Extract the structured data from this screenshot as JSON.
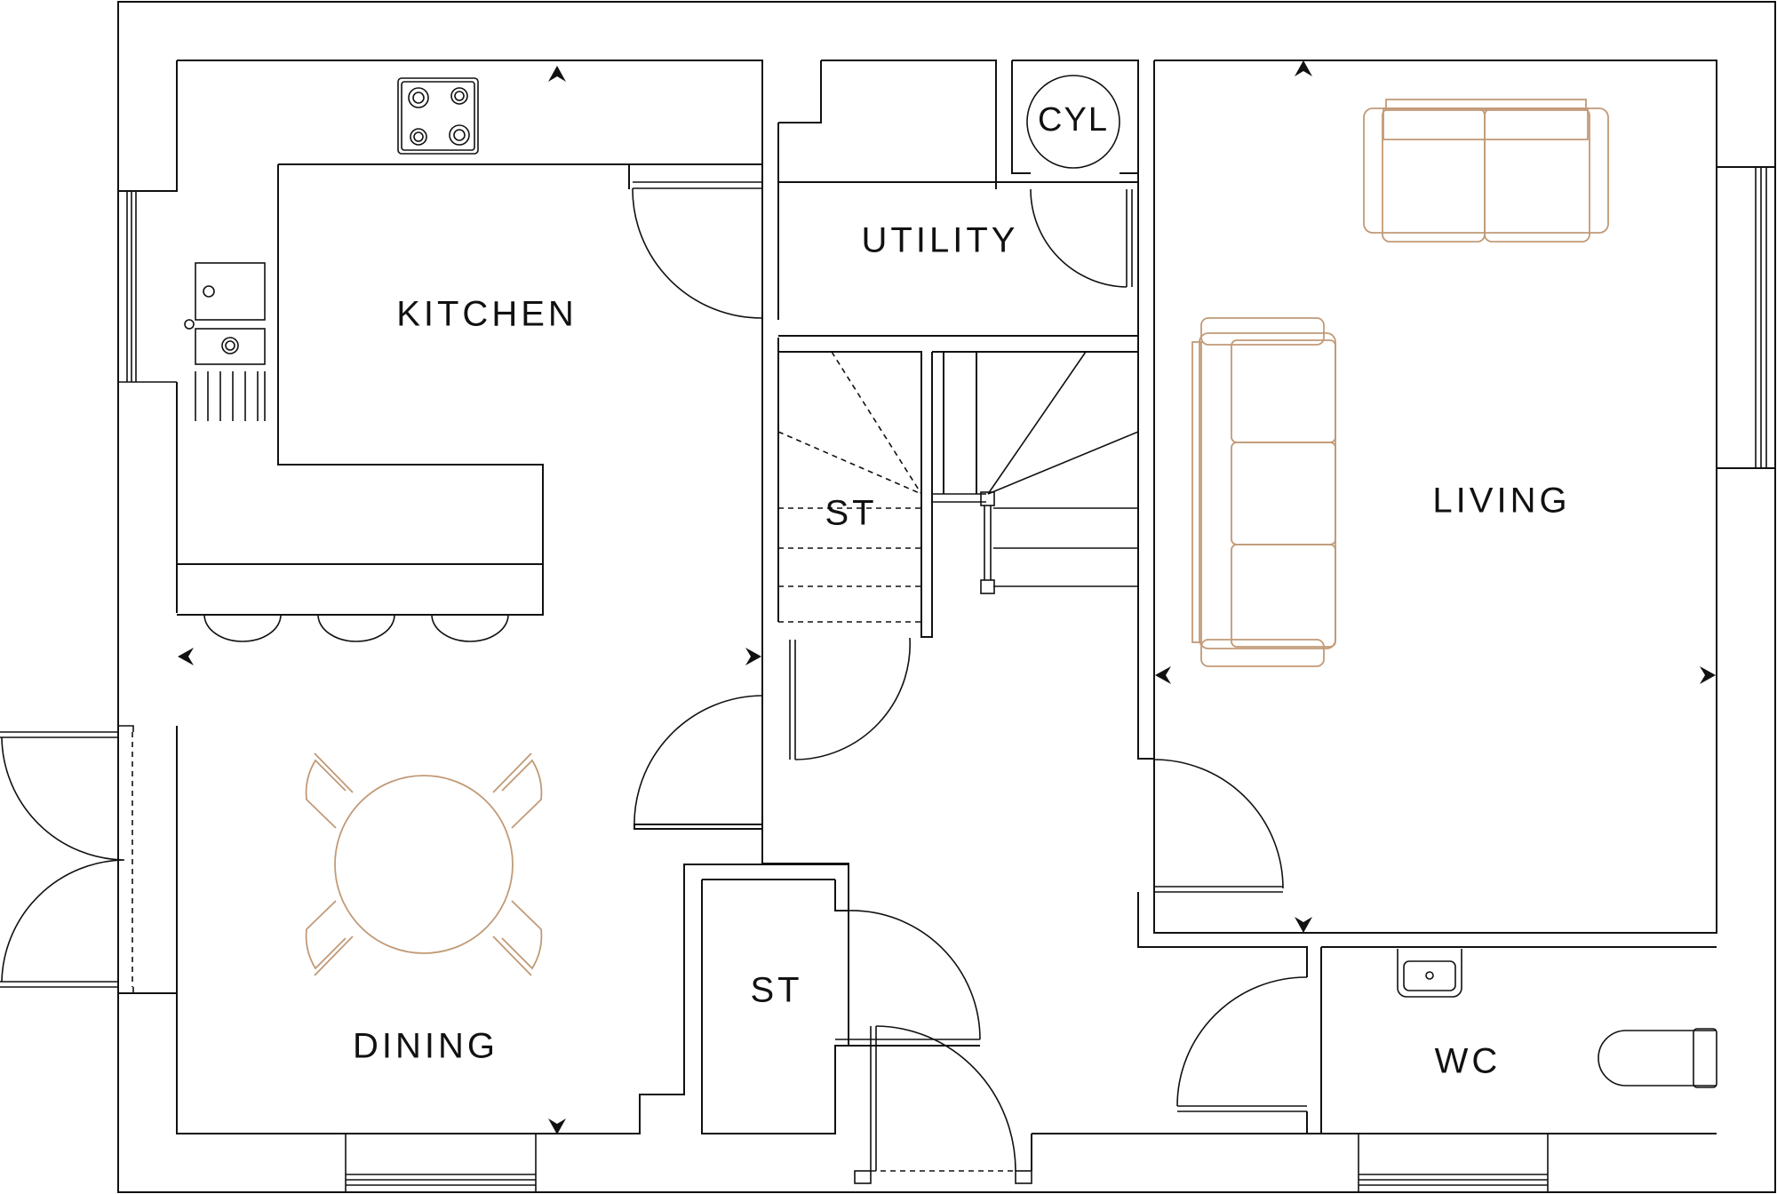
{
  "rooms": {
    "kitchen": "KITCHEN",
    "utility": "UTILITY",
    "cylinder": "CYL",
    "living": "LIVING",
    "store_stairs": "ST",
    "store_hall": "ST",
    "dining": "DINING",
    "wc": "WC"
  },
  "colors": {
    "walls": "#111111",
    "furniture": "#c19a77"
  },
  "icons": [
    "hob-icon",
    "sink-icon",
    "sofa-icon",
    "dining-table-icon",
    "chair-icon",
    "toilet-icon",
    "basin-icon",
    "door-swing-icon",
    "section-arrow-icon"
  ]
}
